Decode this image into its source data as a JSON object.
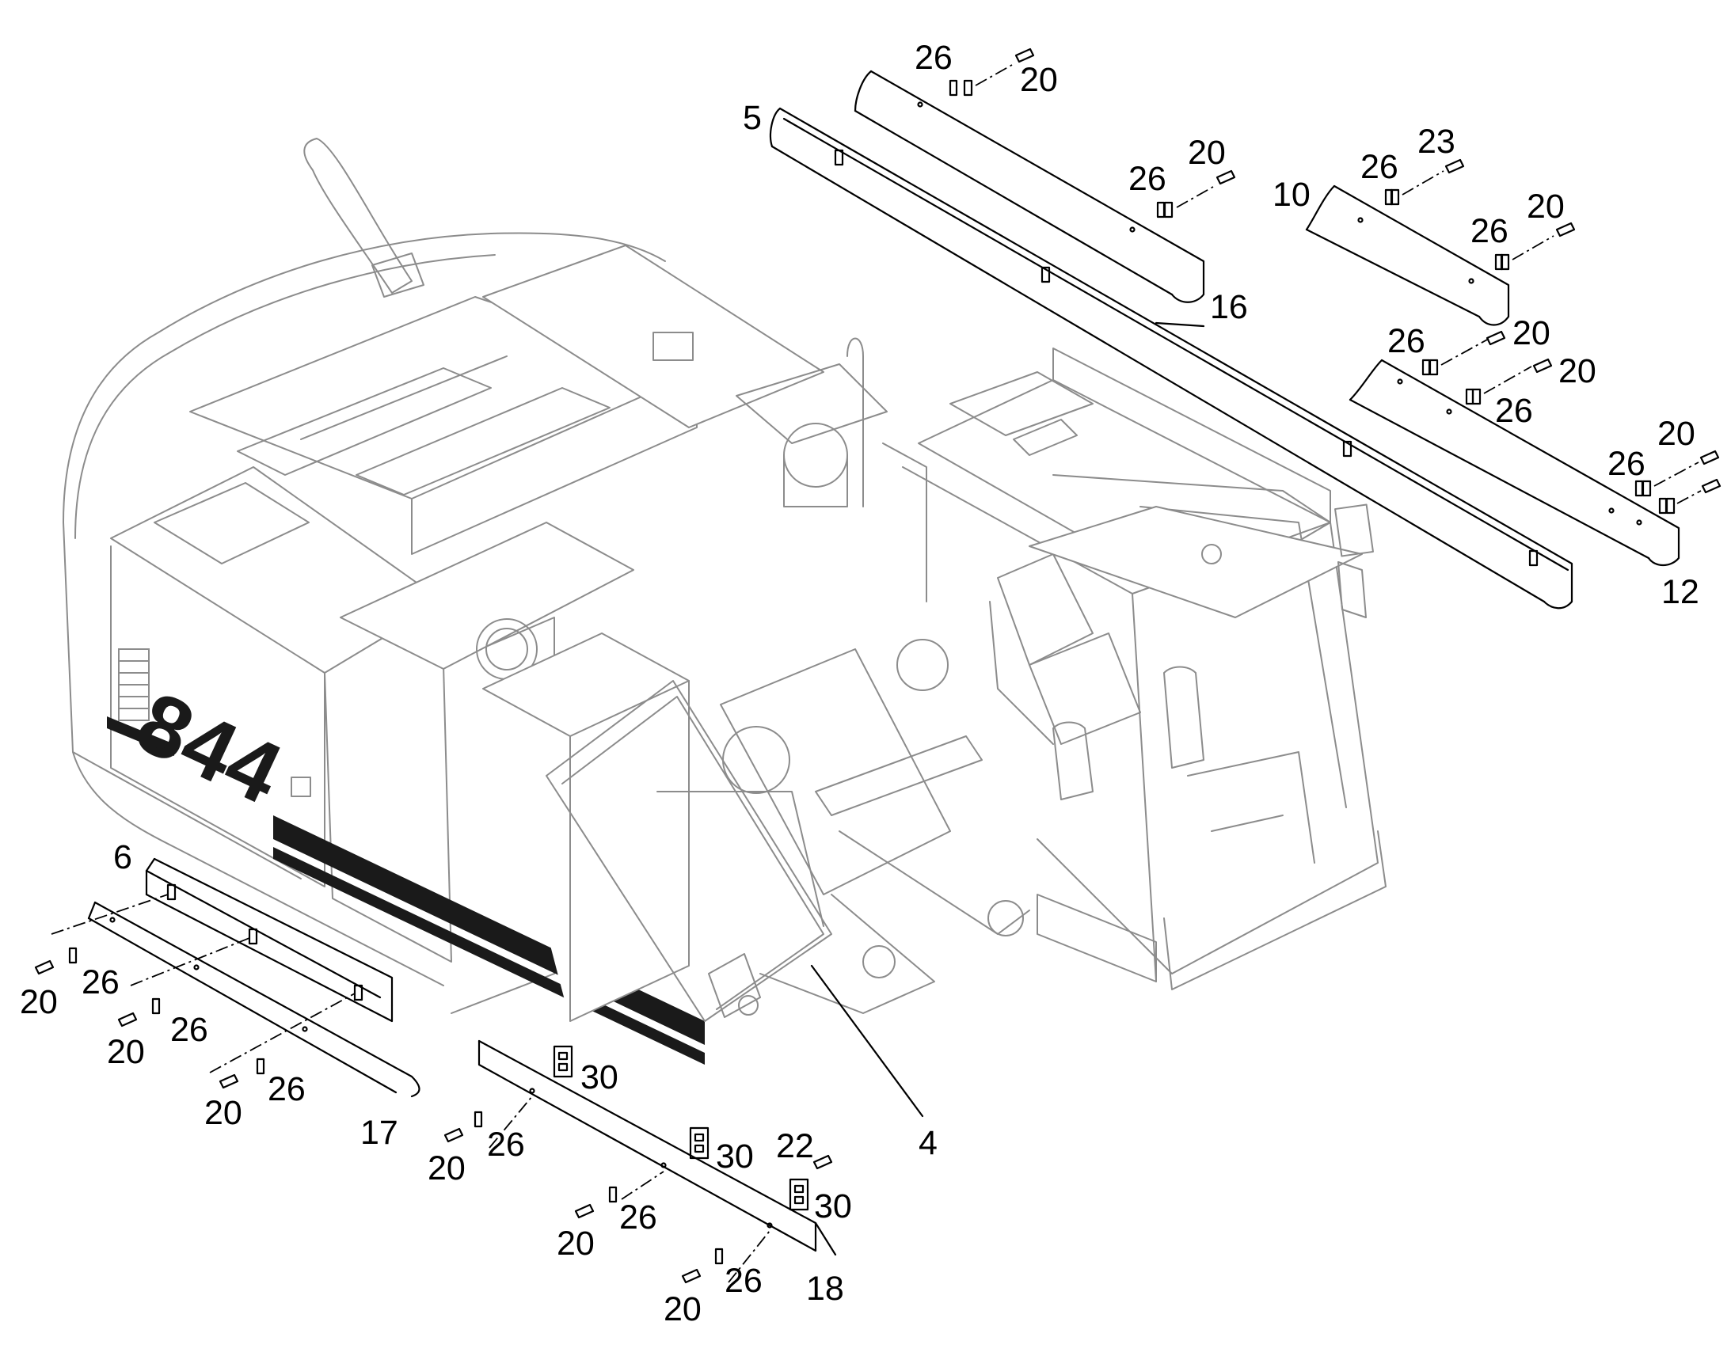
{
  "model_badge": "844",
  "colors": {
    "line": "#000000",
    "body_line": "#8c8c8c",
    "background": "#ffffff"
  },
  "callouts": [
    "26",
    "20",
    "5",
    "20",
    "26",
    "23",
    "26",
    "10",
    "20",
    "26",
    "16",
    "26",
    "20",
    "20",
    "26",
    "20",
    "26",
    "12",
    "6",
    "26",
    "20",
    "26",
    "20",
    "26",
    "20",
    "17",
    "30",
    "20",
    "26",
    "30",
    "22",
    "30",
    "20",
    "26",
    "20",
    "26",
    "18",
    "4"
  ]
}
